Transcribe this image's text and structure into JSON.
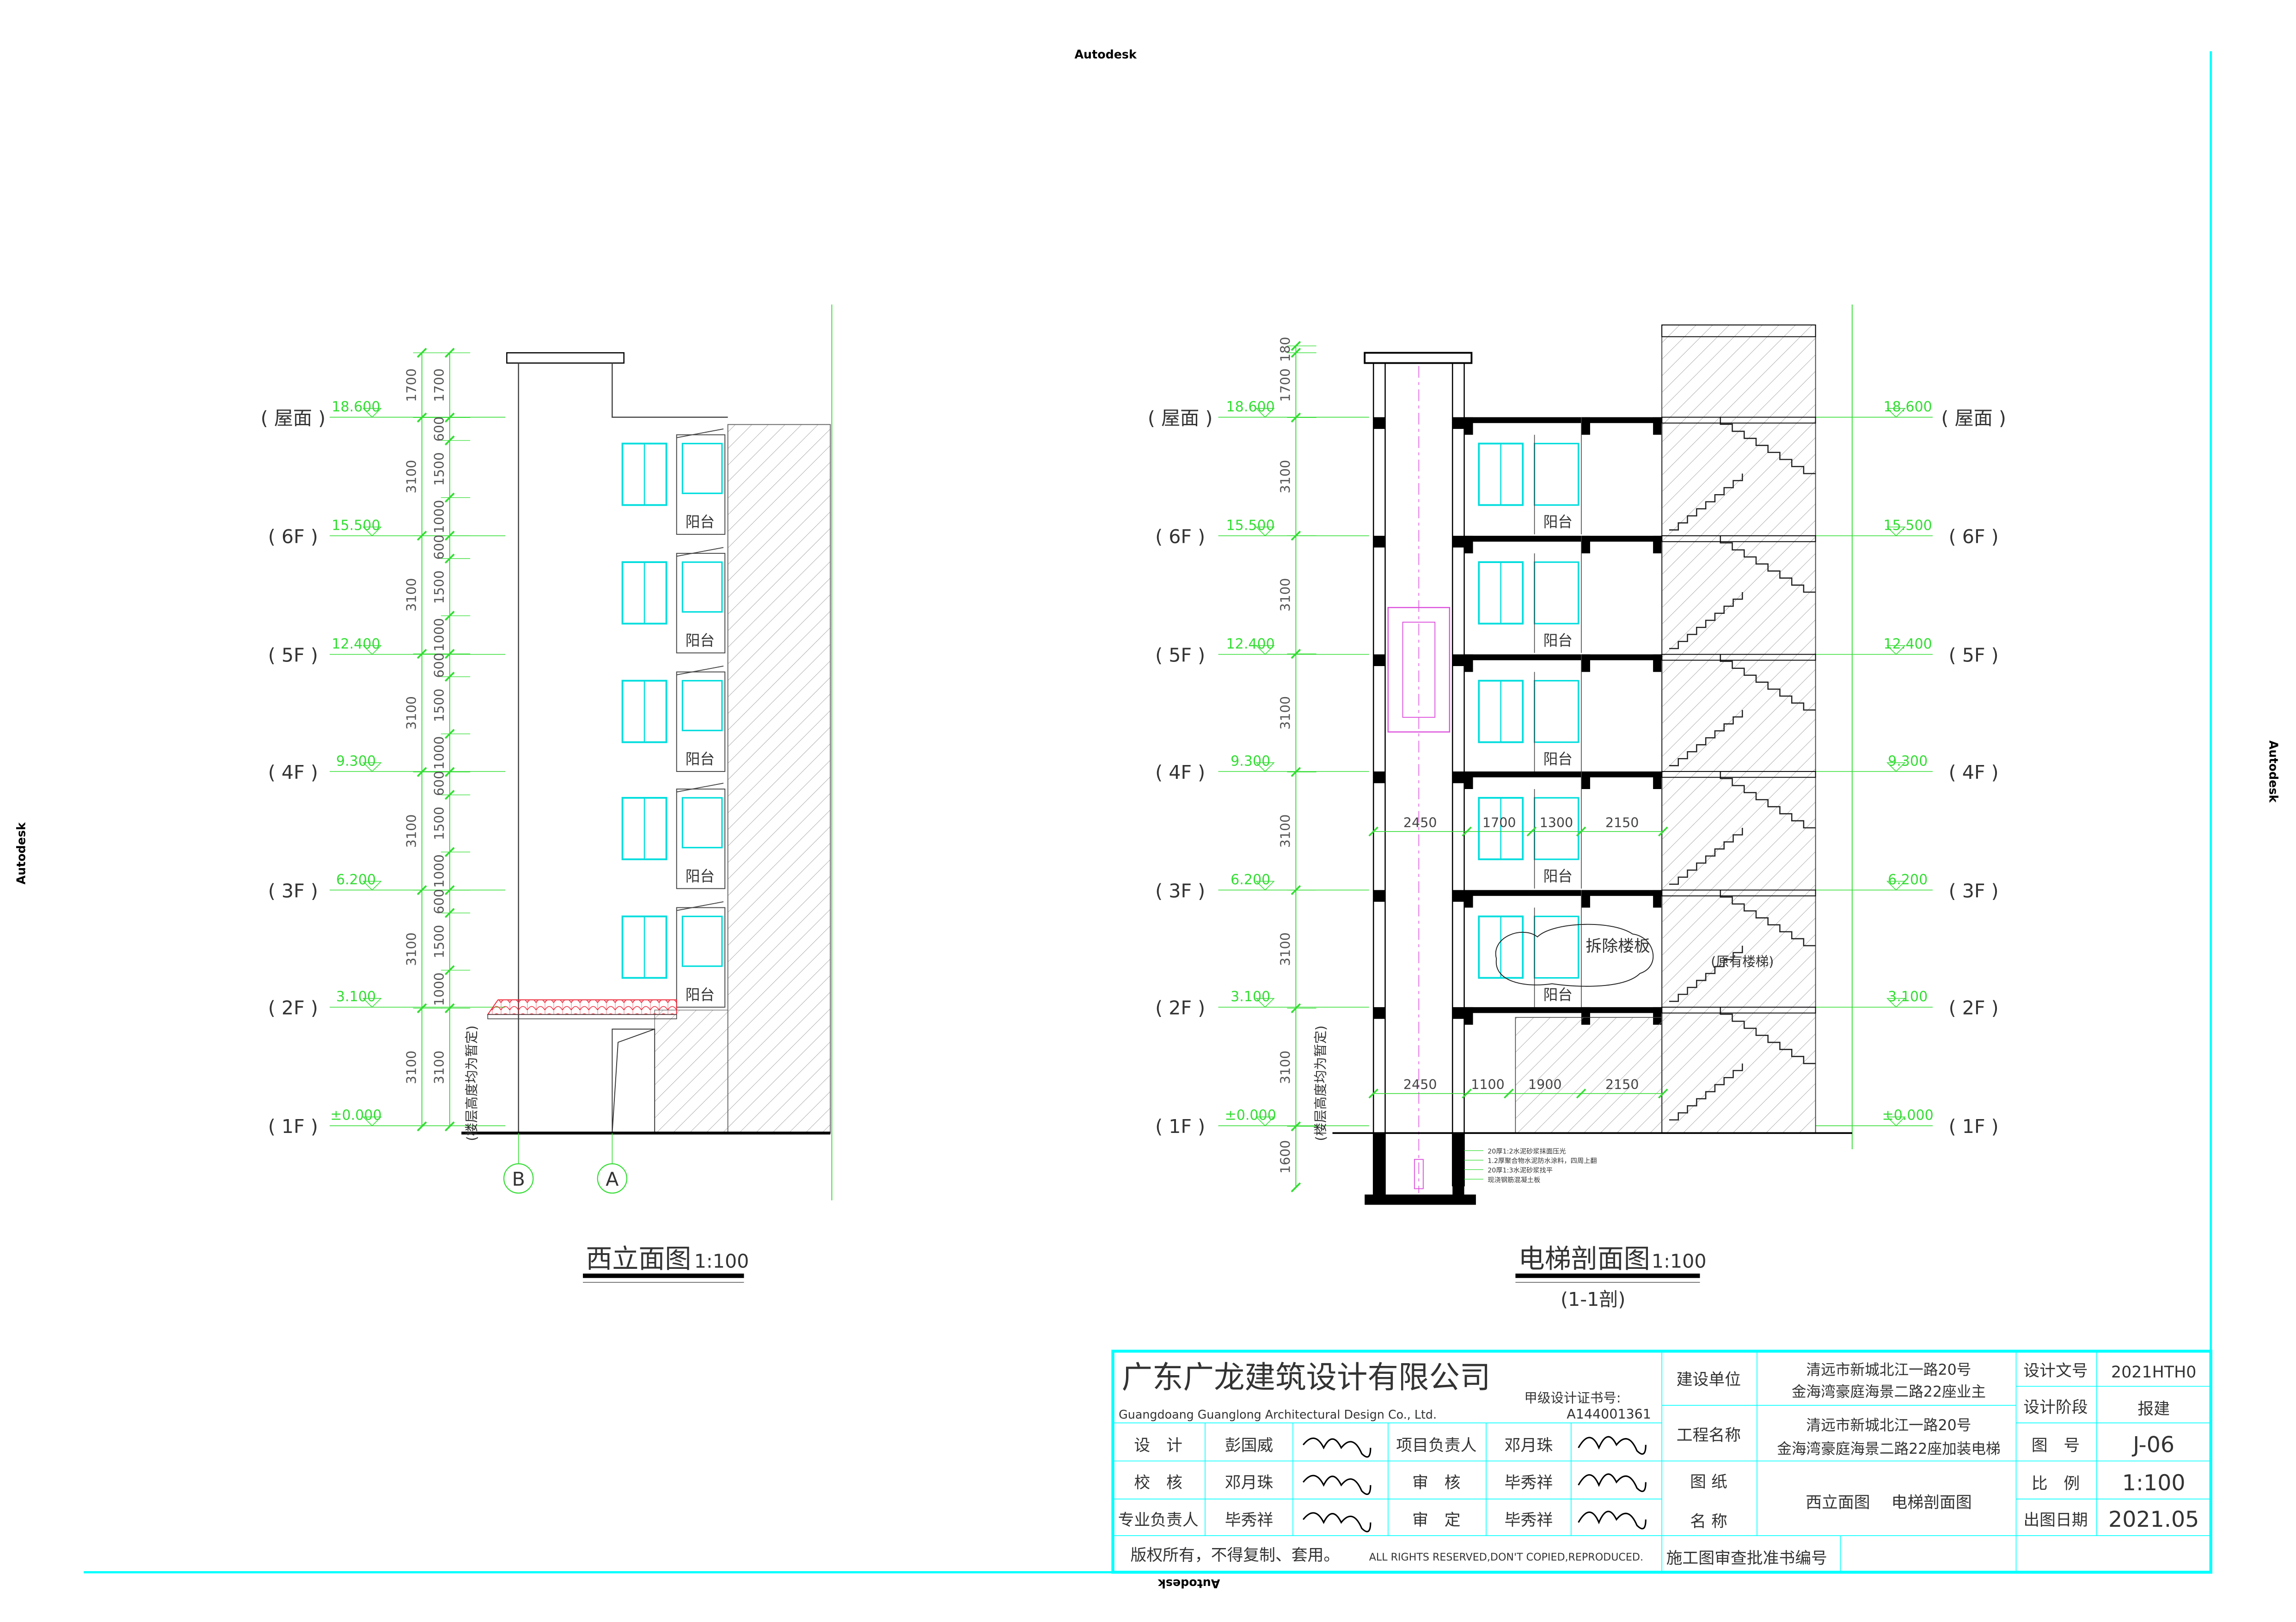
{
  "watermark": "Autodesk",
  "levels": [
    {
      "label": "( 屋面 )",
      "elev": "18.600"
    },
    {
      "label": "( 6F )",
      "elev": "15.500"
    },
    {
      "label": "( 5F )",
      "elev": "12.400"
    },
    {
      "label": "( 4F )",
      "elev": "9.300"
    },
    {
      "label": "( 3F )",
      "elev": "6.200"
    },
    {
      "label": "( 2F )",
      "elev": "3.100"
    },
    {
      "label": "( 1F )",
      "elev": "±0.000"
    }
  ],
  "west_elevation": {
    "title": "西立面图",
    "scale": "1:100",
    "dims_outer": [
      "1700",
      "3100",
      "3100",
      "3100",
      "3100",
      "3100",
      "3100"
    ],
    "dims_inner": [
      "1700",
      "600",
      "1500",
      "1000",
      "600",
      "1500",
      "1000",
      "600",
      "1500",
      "1000",
      "600",
      "1500",
      "1000",
      "600",
      "1500",
      "1000",
      "3100"
    ],
    "balcony_label": "阳台",
    "axis_labels": [
      "B",
      "A"
    ],
    "height_note": "(楼层高度均为暂定)"
  },
  "section": {
    "title": "电梯剖面图",
    "scale": "1:100",
    "subtitle": "(1-1剖)",
    "dims_left": [
      "180",
      "1700",
      "3100",
      "3100",
      "3100",
      "3100",
      "3100",
      "3100",
      "1600"
    ],
    "dims_upper": [
      "2450",
      "1700",
      "1300",
      "2150"
    ],
    "dims_lower": [
      "2450",
      "1100",
      "1900",
      "2150"
    ],
    "balcony_label": "阳台",
    "demolish_note": "拆除楼板",
    "stair_note": "(原有楼梯)",
    "height_note": "(楼层高度均为暂定)",
    "pit_notes": [
      "20厚1:2水泥砂浆抹面压光",
      "1.2厚聚合物水泥防水涂料，四周上翻",
      "20厚1:3水泥砂浆找平",
      "现浇钢筋混凝土板"
    ]
  },
  "title_block": {
    "company_cn": "广东广龙建筑设计有限公司",
    "company_en": "Guangdoang Guanglong Architectural Design Co., Ltd.",
    "cert_label": "甲级设计证书号:",
    "cert_no": "A144001361",
    "rows": [
      {
        "role1": "设　计",
        "name1": "彭国威",
        "role2": "项目负责人",
        "name2": "邓月珠"
      },
      {
        "role1": "校　核",
        "name1": "邓月珠",
        "role2": "审　核",
        "name2": "毕秀祥"
      },
      {
        "role1": "专业负责人",
        "name1": "毕秀祥",
        "role2": "审　定",
        "name2": "毕秀祥"
      }
    ],
    "client_label": "建设单位",
    "client_line1": "清远市新城北江一路20号",
    "client_line2": "金海湾豪庭海景二路22座业主",
    "project_label": "工程名称",
    "project_line1": "清远市新城北江一路20号",
    "project_line2": "金海湾豪庭海景二路22座加装电梯",
    "drawing_label1": "图 纸",
    "drawing_label2": "名 称",
    "drawing_name": "西立面图　 电梯剖面图",
    "design_no_label": "设计文号",
    "design_no": "2021HTH0",
    "stage_label": "设计阶段",
    "stage": "报建",
    "sheet_label": "图　号",
    "sheet": "J-06",
    "scale_label": "比　例",
    "scale": "1:100",
    "date_label": "出图日期",
    "date": "2021.05",
    "copyright_cn": "版权所有，不得复制、套用。",
    "copyright_en": "ALL RIGHTS RESERVED,DON'T COPIED,REPRODUCED.",
    "approval_label": "施工图审查批准书编号"
  },
  "colors": {
    "frame": "#00ffff",
    "dim": "#33dd33",
    "window": "#00dddd",
    "canopy": "#ee2233",
    "car": "#dd55dd"
  }
}
